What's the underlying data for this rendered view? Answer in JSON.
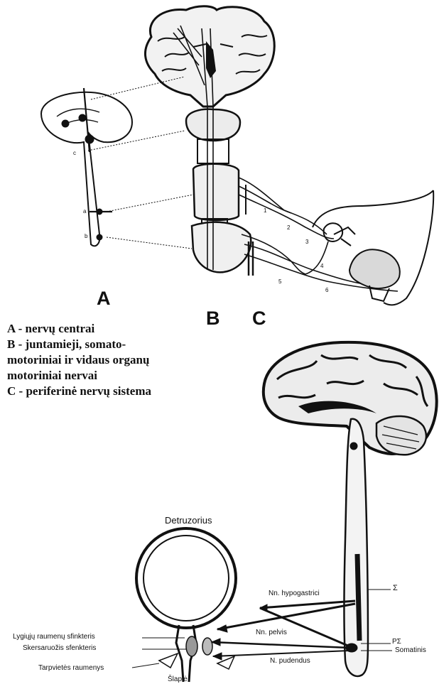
{
  "top_figure": {
    "label_a": "A",
    "label_b": "B",
    "label_c": "C",
    "small_letters": {
      "c_upper": "c",
      "a": "a",
      "b": "b"
    },
    "nerve_numbers": [
      "1",
      "2",
      "3",
      "4",
      "5",
      "6"
    ]
  },
  "legend": [
    "A - nervų centrai",
    "B - juntamieji, somato-",
    "motoriniai ir vidaus organų",
    "motoriniai nervai",
    "C - periferinė nervų sistema"
  ],
  "bottom_figure": {
    "detrusor": "Detruzorius",
    "hypogastric": "Nn. hypogastrici",
    "pelvic": "Nn. pelvis",
    "pudendal": "N. pudendus",
    "sigma": "Σ",
    "p_sigma": "PΣ",
    "somatic": "Somatinis",
    "smooth_sphincter": "Lygiųjų raumenų sfinkteris",
    "striated_sphincter": "Skersaruožis sfenkteris",
    "perineal": "Tarpvietės raumenys",
    "urethra": "Šlaplė"
  }
}
